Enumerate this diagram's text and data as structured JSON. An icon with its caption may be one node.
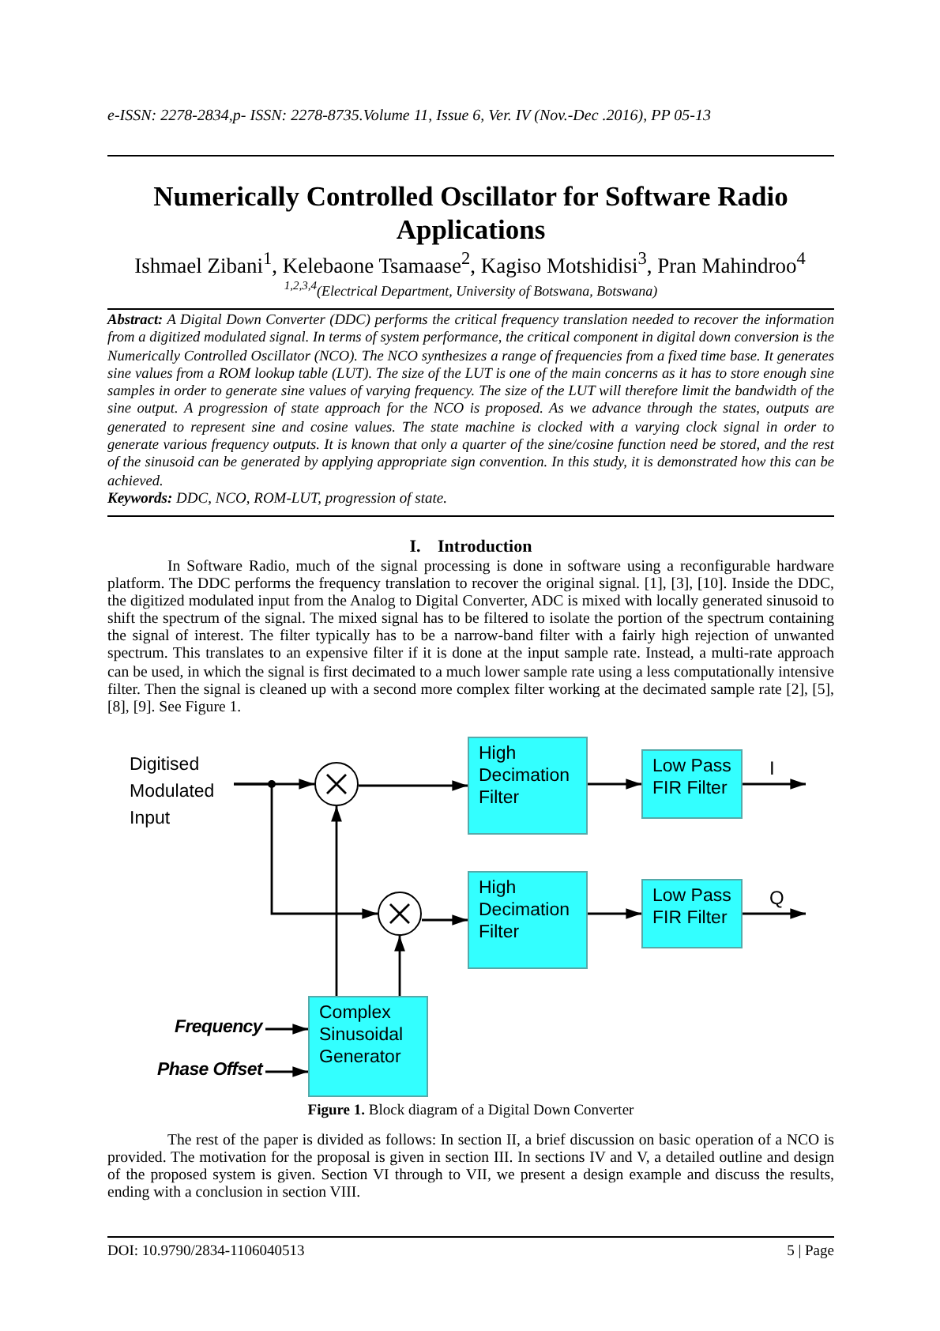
{
  "diagram": {
    "title": "Numerically Controlled Oscillator for Software Radio Applications",
    "caption": "**Figure 1.** Block diagram of a Digital Down Converter",
    "nodes": [
      {
        "text": [
          "Digitised Modulated Input"
        ]
      },
      {
        "text": [],
        "shape": "circle"
      },
      {
        "text": [
          "High Decimation Filter"
        ]
      },
      {
        "text": [
          "Low Pass FIR Filter"
        ]
      },
      {
        "text": [],
        "shape": "circle"
      },
      {
        "text": [
          "High Decimation Filter"
        ]
      },
      {
        "text": [
          "Low Pass FIR Filter"
        ]
      },
      {
        "text": [
          "Complex Sinusoidal Generator"
        ]
      },
      {
        "text": [
          "Frequency"
        ]
      },
      {
        "text": [
          "Phase Offset"
        ]
      }
    ],
    "edges": [
      {
        "from": 0,
        "to": 1,
        "arrow": "to"
      },
      {
        "from": 0,
        "to": 4,
        "arrow": "to"
      },
      {
        "from": 1,
        "to": 2,
        "arrow": "to"
      },
      {
        "from": 2,
        "to": 3,
        "arrow": "to"
      },
      {
        "from": 3,
        "to": null,
        "arrow": "to",
        "label": "I"
      },
      {
        "from": 4,
        "to": 5,
        "arrow": "to"
      },
      {
        "from": 5,
        "to": 6,
        "arrow": "to"
      },
      {
        "from": 6,
        "to": null,
        "arrow": "to",
        "label": "Q"
      },
      {
        "from": 7,
        "to": 1,
        "arrow": "to"
      },
      {
        "from": 7,
        "to": 4,
        "arrow": "to"
      },
      {
        "from": 8,
        "to": 7,
        "arrow": "to"
      },
      {
        "from": 9,
        "to": 7,
        "arrow": "to"
      }
    ],
    "labels": [
      "e-ISSN: 2278-2834,p- ISSN: 2278-8735.Volume 11, Issue 6, Ver. IV (Nov.-Dec .2016), PP 05-13",
      "Ishmael Zibani$^{1}$, Kelebaone Tsamaase$^{2}$, Kagiso Motshidisi$^{3}$, Pran Mahindroo$^{4}$",
      "$^{1,2,3,4}$(Electrical Department, University of Botswana, Botswana)",
      "**Abstract:** A Digital Down Converter (DDC) performs the critical frequency translation needed to recover the information from a digitized modulated signal. In terms of system performance, the critical component in digital down conversion is the Numerically Controlled Oscillator (NCO). The NCO synthesizes a range of frequencies from a fixed time base. It generates sine values from a ROM lookup table (LUT). The size of the LUT is one of the main concerns as it has to store enough sine samples in order to generate sine values of varying frequency. The size of the LUT will therefore limit the bandwidth of the sine output. A progression of state approach for the NCO is proposed. As we advance through the states, outputs are generated to represent sine and cosine values. The state machine is clocked with a varying clock signal in order to generate various frequency outputs. It is known that only a quarter of the sine/cosine function need be stored, and the rest of the sinusoid can be generated by applying appropriate sign convention. In this study, it is demonstrated how this can be achieved.",
      "**Keywords:** DDC, NCO, ROM-LUT, progression of state.",
      "I. Introduction",
      "In Software Radio, much of the signal processing is done in software using a reconfigurable hardware platform. The DDC performs the frequency translation to recover the original signal. [1], [3], [10]. Inside the DDC, the digitized modulated input from the Analog to Digital Converter, ADC is mixed with locally generated sinusoid to shift the spectrum of the signal. The mixed signal has to be filtered to isolate the portion of the spectrum containing the signal of interest. The filter typically has to be a narrow-band filter with a fairly high rejection of unwanted spectrum. This translates to an expensive filter if it is done at the input sample rate. Instead, a multi-rate approach can be used, in which the signal is first decimated to a much lower sample rate using a less computationally intensive filter. Then the signal is cleaned up with a second more complex filter working at the decimated sample rate [2], [5], [8], [9]. See Figure 1.",
      "The rest of the paper is divided as follows: In section II, a brief discussion on basic operation of a NCO is provided. The motivation for the proposal is given in section III. In sections IV and V, a detailed outline and design of the proposed system is given. Section VI through to VII, we present a design example and discuss the results, ending with a conclusion in section VIII.",
      "DOI: 10.9790/2834-1106040513",
      "5 | Page"
    ]
  }
}
